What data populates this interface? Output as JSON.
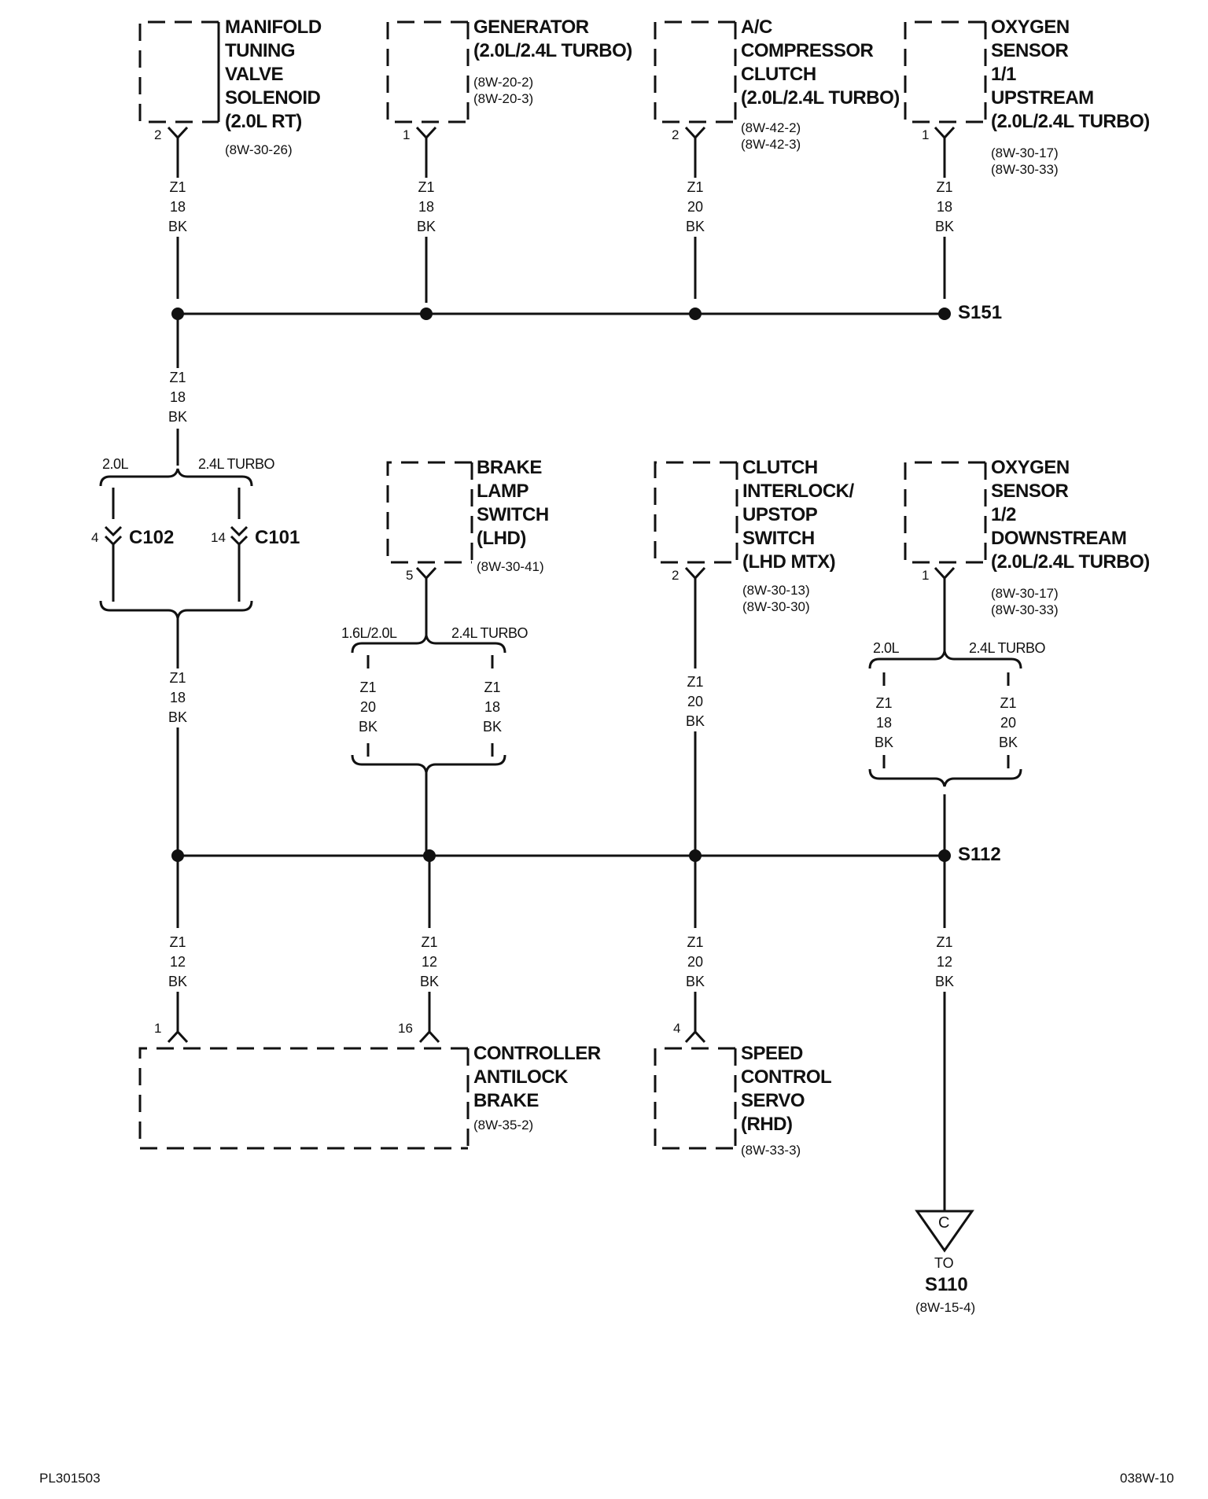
{
  "components": {
    "manifold": {
      "lines": [
        "MANIFOLD",
        "TUNING",
        "VALVE",
        "SOLENOID",
        "(2.0L RT)"
      ],
      "refs": [
        "(8W-30-26)"
      ],
      "pin": "2"
    },
    "generator": {
      "lines": [
        "GENERATOR",
        "(2.0L/2.4L TURBO)"
      ],
      "refs": [
        "(8W-20-2)",
        "(8W-20-3)"
      ],
      "pin": "1"
    },
    "ac_clutch": {
      "lines": [
        "A/C",
        "COMPRESSOR",
        "CLUTCH",
        "(2.0L/2.4L TURBO)"
      ],
      "refs": [
        "(8W-42-2)",
        "(8W-42-3)"
      ],
      "pin": "2"
    },
    "o2_upstream": {
      "lines": [
        "OXYGEN",
        "SENSOR",
        "1/1",
        "UPSTREAM",
        "(2.0L/2.4L TURBO)"
      ],
      "refs": [
        "(8W-30-17)",
        "(8W-30-33)"
      ],
      "pin": "1"
    },
    "brake_lamp": {
      "lines": [
        "BRAKE",
        "LAMP",
        "SWITCH",
        "(LHD)"
      ],
      "refs": [
        "(8W-30-41)"
      ],
      "pin": "5"
    },
    "clutch_interlock": {
      "lines": [
        "CLUTCH",
        "INTERLOCK/",
        "UPSTOP",
        "SWITCH",
        "(LHD MTX)"
      ],
      "refs": [
        "(8W-30-13)",
        "(8W-30-30)"
      ],
      "pin": "2"
    },
    "o2_downstream": {
      "lines": [
        "OXYGEN",
        "SENSOR",
        "1/2",
        "DOWNSTREAM",
        "(2.0L/2.4L TURBO)"
      ],
      "refs": [
        "(8W-30-17)",
        "(8W-30-33)"
      ],
      "pin": "1"
    },
    "abs_controller": {
      "lines": [
        "CONTROLLER",
        "ANTILOCK",
        "BRAKE"
      ],
      "refs": [
        "(8W-35-2)"
      ],
      "pins": [
        "1",
        "16"
      ]
    },
    "speed_servo": {
      "lines": [
        "SPEED",
        "CONTROL",
        "SERVO",
        "(RHD)"
      ],
      "refs": [
        "(8W-33-3)"
      ],
      "pin": "4"
    }
  },
  "wires": {
    "manifold_down": [
      "Z1",
      "18",
      "BK"
    ],
    "generator_down": [
      "Z1",
      "18",
      "BK"
    ],
    "ac_down": [
      "Z1",
      "20",
      "BK"
    ],
    "o2up_down": [
      "Z1",
      "18",
      "BK"
    ],
    "s151_down": [
      "Z1",
      "18",
      "BK"
    ],
    "conn_down": [
      "Z1",
      "18",
      "BK"
    ],
    "brake_16": [
      "Z1",
      "20",
      "BK"
    ],
    "brake_24": [
      "Z1",
      "18",
      "BK"
    ],
    "clutch_down": [
      "Z1",
      "20",
      "BK"
    ],
    "o2dn_20": [
      "Z1",
      "18",
      "BK"
    ],
    "o2dn_24": [
      "Z1",
      "20",
      "BK"
    ],
    "abs1": [
      "Z1",
      "12",
      "BK"
    ],
    "abs16": [
      "Z1",
      "12",
      "BK"
    ],
    "servo": [
      "Z1",
      "20",
      "BK"
    ],
    "s110": [
      "Z1",
      "12",
      "BK"
    ]
  },
  "splices": {
    "s151": "S151",
    "s112": "S112"
  },
  "connectors": {
    "c102": {
      "label": "C102",
      "pin": "4"
    },
    "c101": {
      "label": "C101",
      "pin": "14"
    }
  },
  "options": {
    "top_left": "2.0L",
    "top_right": "2.4L TURBO",
    "brake_left": "1.6L/2.0L",
    "brake_right": "2.4L TURBO",
    "o2_left": "2.0L",
    "o2_right": "2.4L TURBO"
  },
  "offpage": {
    "letter": "C",
    "to": "TO",
    "splice": "S110",
    "ref": "(8W-15-4)"
  },
  "footer": {
    "left": "PL301503",
    "right": "038W-10"
  }
}
